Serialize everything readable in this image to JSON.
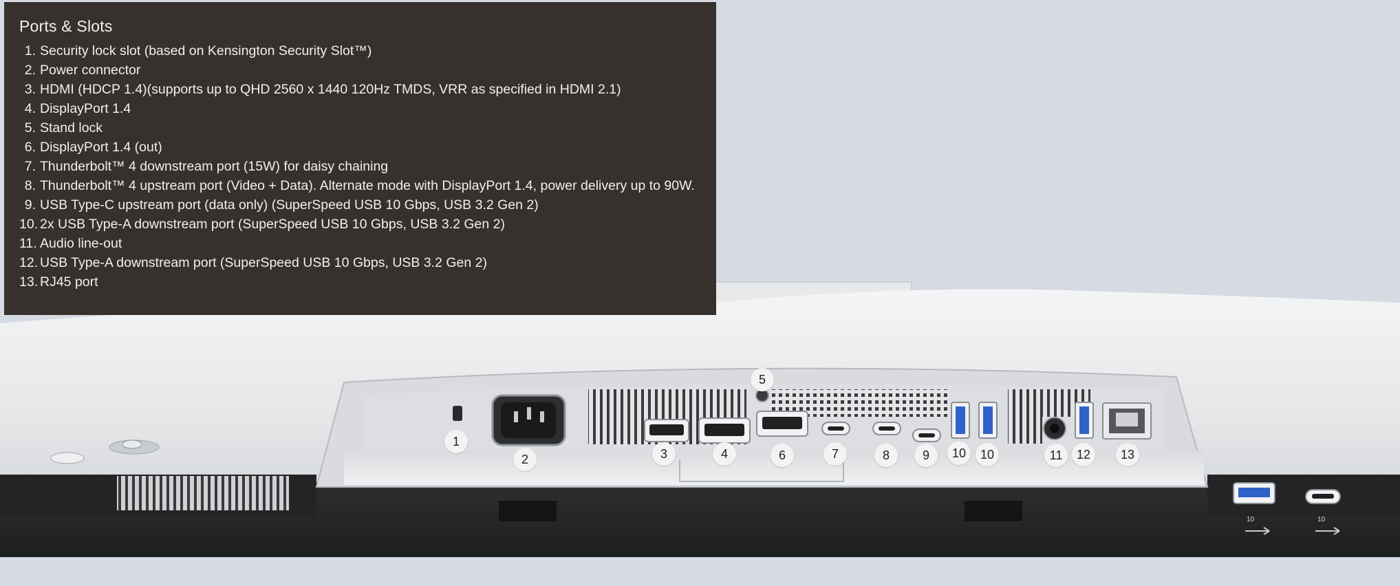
{
  "panel": {
    "title": "Ports & Slots",
    "items": [
      {
        "num": "1.",
        "text": "Security lock slot (based on Kensington Security Slot™)"
      },
      {
        "num": "2.",
        "text": "Power connector"
      },
      {
        "num": "3.",
        "text": "HDMI (HDCP 1.4)(supports up to QHD 2560 x 1440 120Hz TMDS, VRR as specified in HDMI 2.1)"
      },
      {
        "num": "4.",
        "text": "DisplayPort 1.4"
      },
      {
        "num": "5.",
        "text": "Stand lock"
      },
      {
        "num": "6.",
        "text": "DisplayPort 1.4 (out)"
      },
      {
        "num": "7.",
        "text": "Thunderbolt™ 4 downstream port (15W) for daisy chaining"
      },
      {
        "num": "8.",
        "text": "Thunderbolt™ 4 upstream port (Video + Data). Alternate mode with DisplayPort 1.4, power delivery up to 90W."
      },
      {
        "num": "9.",
        "text": "USB Type-C upstream port (data only) (SuperSpeed USB 10 Gbps, USB 3.2 Gen 2)"
      },
      {
        "num": "10.",
        "text": "2x USB Type-A downstream port (SuperSpeed USB 10 Gbps, USB 3.2 Gen 2)"
      },
      {
        "num": "11.",
        "text": "Audio line-out"
      },
      {
        "num": "12.",
        "text": "USB Type-A downstream port (SuperSpeed USB 10 Gbps, USB 3.2 Gen 2)"
      },
      {
        "num": "13.",
        "text": "RJ45 port"
      }
    ]
  },
  "callouts": {
    "c1": "1",
    "c2": "2",
    "c3": "3",
    "c4": "4",
    "c5": "5",
    "c6": "6",
    "c7": "7",
    "c8": "8",
    "c9": "9",
    "c10a": "10",
    "c10b": "10",
    "c11": "11",
    "c12": "12",
    "c13": "13"
  },
  "side_labels": {
    "left": "10",
    "right": "10"
  },
  "colors": {
    "panel_bg": "#36312c",
    "background": "#d6dae2",
    "usb_blue": "#2f63c8"
  }
}
